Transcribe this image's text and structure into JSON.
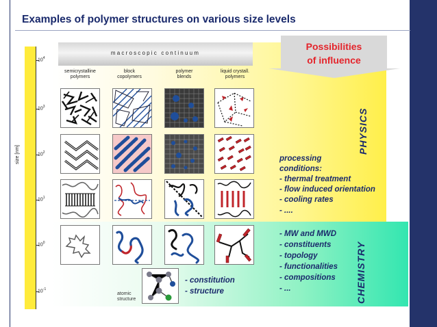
{
  "title": "Examples of polymer structures on various size levels",
  "macro": {
    "label": "macroscopic continuum"
  },
  "influence": {
    "line1": "Possibilities",
    "line2": "of influence"
  },
  "axis": {
    "label": "size [nm]",
    "ticks": [
      {
        "base": "10",
        "exp": "4"
      },
      {
        "base": "10",
        "exp": "3"
      },
      {
        "base": "10",
        "exp": "2"
      },
      {
        "base": "10",
        "exp": "1"
      },
      {
        "base": "10",
        "exp": "0"
      },
      {
        "base": "10",
        "exp": "-1"
      }
    ]
  },
  "columns": [
    {
      "line1": "semicrystalline",
      "line2": "polymers"
    },
    {
      "line1": "block",
      "line2": "copolymers"
    },
    {
      "line1": "polymer",
      "line2": "blends"
    },
    {
      "line1": "liquid crystall.",
      "line2": "polymers"
    }
  ],
  "physics": {
    "label": "PHYSICS",
    "items": [
      "processing",
      "conditions:",
      "- thermal treatment",
      "- flow induced orientation",
      "- cooling rates",
      "- ...."
    ]
  },
  "chemistry": {
    "label": "CHEMISTRY",
    "items": [
      "- MW and MWD",
      "- constituents",
      "- topology",
      "- functionalities",
      "- compositions",
      "- ..."
    ]
  },
  "atomic": {
    "line1": "atomic",
    "line2": "structure",
    "items": [
      "- constitution",
      "- structure"
    ]
  },
  "colors": {
    "title": "#1a2a6c",
    "accent_red": "#e4242b",
    "chain_blue": "#1f4e9a",
    "chain_red": "#c0252b",
    "physics_yellow": "#fff79a",
    "chem_green": "#33e6b0"
  }
}
